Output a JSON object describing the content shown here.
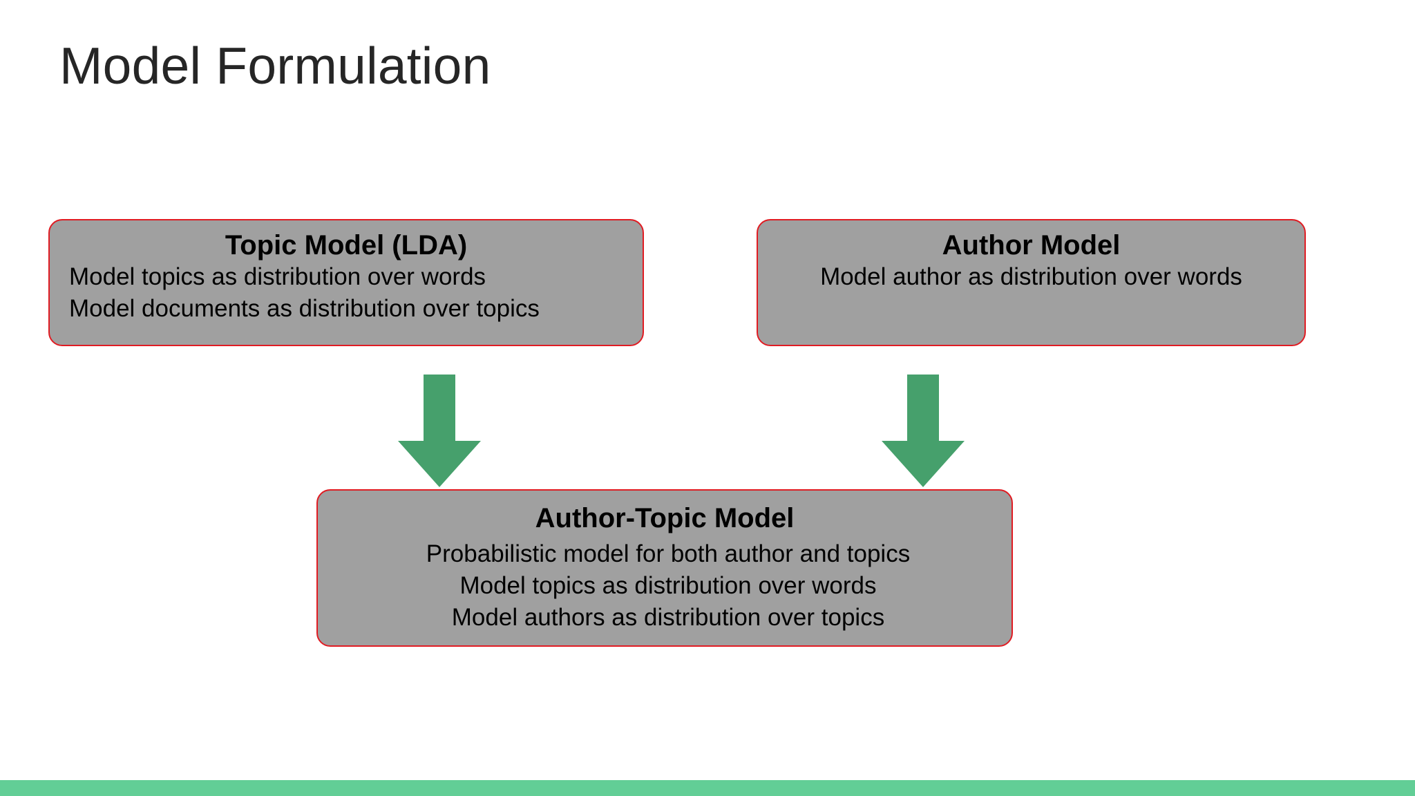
{
  "slide": {
    "title": "Model Formulation",
    "background_color": "#ffffff",
    "accent_bar_color": "#62ce96"
  },
  "palette": {
    "box_fill": "#a0a0a0",
    "box_border": "#e01b22",
    "arrow_green": "#46a06c",
    "text": "#000000",
    "title_text": "#262626"
  },
  "boxes": {
    "topic_model": {
      "title": "Topic Model (LDA)",
      "lines": [
        "Model topics as distribution over words",
        "Model documents as distribution over topics"
      ]
    },
    "author_model": {
      "title": "Author Model",
      "lines": [
        "Model author as distribution over words"
      ]
    },
    "author_topic_model": {
      "title": "Author-Topic Model",
      "lines": [
        "Probabilistic model for both author and topics",
        "Model topics as distribution over words",
        "Model authors as distribution over topics"
      ]
    }
  },
  "arrows": {
    "topic_to_author_topic": "down-arrow-icon",
    "author_to_author_topic": "down-arrow-icon"
  }
}
